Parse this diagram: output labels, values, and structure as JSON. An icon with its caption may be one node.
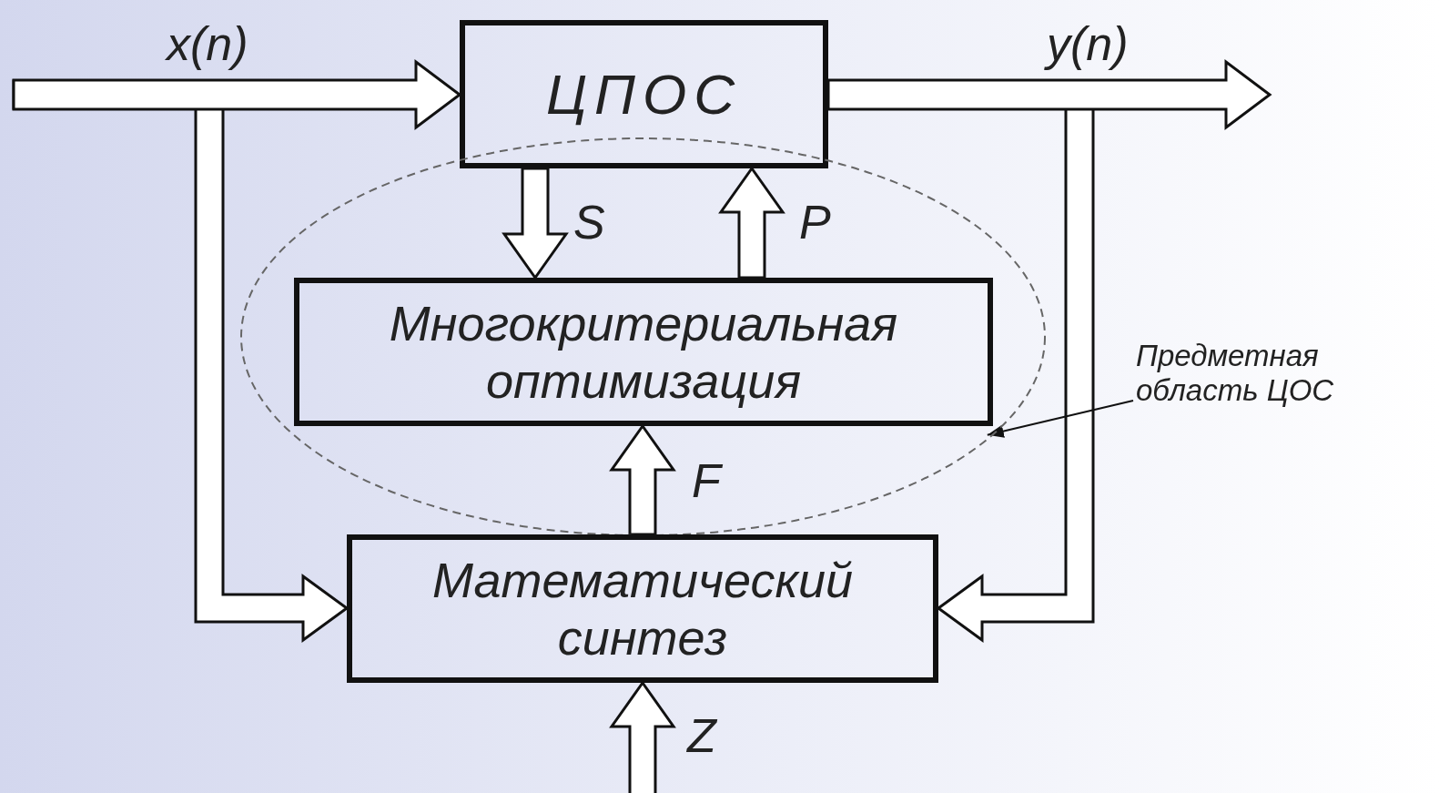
{
  "diagram": {
    "nodes": [
      {
        "text": [
          "ЦПОС"
        ]
      },
      {
        "text": [],
        "shape": "ellipse"
      },
      {
        "text": [
          "Многокритериальная оптимизация"
        ],
        "in": 1
      },
      {
        "text": [
          "Математический синтез"
        ]
      },
      {
        "text": [
          "Предметная область ЦОС"
        ]
      }
    ],
    "edges": [
      {
        "from": null,
        "to": 0,
        "arrow": "to",
        "label": "x(n)"
      },
      {
        "from": null,
        "to": 3,
        "arrow": "to"
      },
      {
        "from": 0,
        "to": null,
        "arrow": "to",
        "label": "y(n)"
      },
      {
        "from": 0,
        "to": 3,
        "arrow": "to"
      },
      {
        "from": 0,
        "to": 2,
        "arrow": "to",
        "label": "S"
      },
      {
        "from": 2,
        "to": 0,
        "arrow": "to",
        "label": "P"
      },
      {
        "from": 3,
        "to": 2,
        "arrow": "to",
        "label": "F"
      },
      {
        "from": null,
        "to": 3,
        "arrow": "to",
        "label": "Z"
      },
      {
        "from": 4,
        "to": 1,
        "arrow": "to"
      }
    ]
  }
}
